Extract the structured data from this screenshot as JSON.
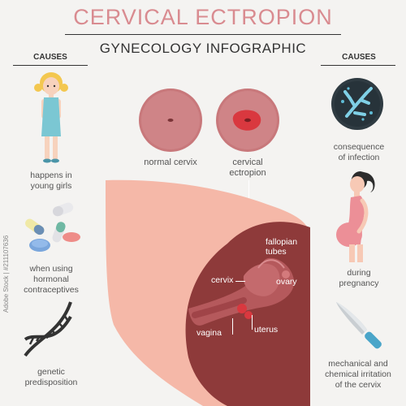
{
  "header": {
    "title": "CERVICAL ECTROPION",
    "subtitle": "GYNECOLOGY INFOGRAPHIC"
  },
  "left_column": {
    "heading": "CAUSES",
    "items": [
      {
        "icon": "young-girl-icon",
        "caption": [
          "happens in",
          "young girls"
        ]
      },
      {
        "icon": "pills-icon",
        "caption": [
          "when using",
          "hormonal",
          "contraceptives"
        ]
      },
      {
        "icon": "dna-icon",
        "caption": [
          "genetic",
          "predisposition"
        ]
      }
    ]
  },
  "right_column": {
    "heading": "CAUSES",
    "items": [
      {
        "icon": "bacteria-icon",
        "caption": [
          "consequence",
          "of infection"
        ]
      },
      {
        "icon": "pregnant-woman-icon",
        "caption": [
          "during",
          "pregnancy"
        ]
      },
      {
        "icon": "knife-icon",
        "caption": [
          "mechanical and",
          "chemical irritation",
          "of the cervix"
        ]
      }
    ]
  },
  "comparison": {
    "normal_label": "normal cervix",
    "ectropion_label": [
      "cervical",
      "ectropion"
    ]
  },
  "anatomy_labels": {
    "fallopian": [
      "fallopian",
      "tubes"
    ],
    "ovary": "ovary",
    "cervix": "cervix",
    "uterus": "uterus",
    "vagina": "vagina"
  },
  "watermark": {
    "stock_id": "Adobe Stock | #211107636"
  },
  "colors": {
    "title": "#d98b90",
    "skin": "#f5b8a8",
    "cervix": "#c96a6a",
    "lesion": "#d9383f",
    "organ_bg": "#8e3a3a"
  }
}
